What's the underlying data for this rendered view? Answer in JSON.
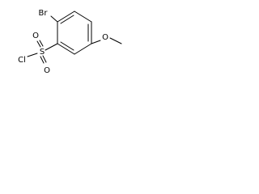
{
  "atoms": {
    "bromine": "Br",
    "sulfur": "S",
    "oxygen_top": "O",
    "oxygen_bottom": "O",
    "chlorine": "Cl",
    "oxygen_methoxy": "O"
  },
  "colors": {
    "ink": "#000000",
    "background": "#ffffff"
  }
}
